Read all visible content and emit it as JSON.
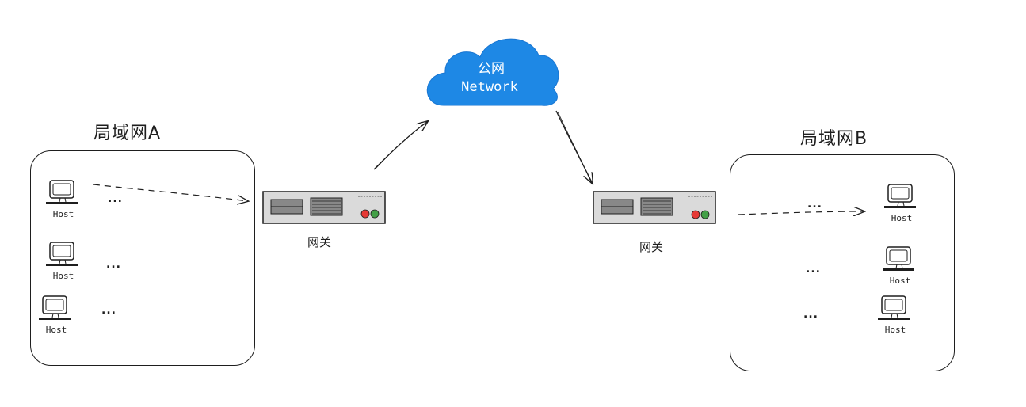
{
  "lan_a": {
    "title": "局域网A",
    "hosts": [
      "Host",
      "Host",
      "Host"
    ],
    "ellipsis": [
      "...",
      "...",
      "..."
    ]
  },
  "lan_b": {
    "title": "局域网B",
    "hosts": [
      "Host",
      "Host",
      "Host"
    ],
    "ellipsis": [
      "...",
      "...",
      "..."
    ]
  },
  "gateway_a": {
    "label": "网关"
  },
  "gateway_b": {
    "label": "网关"
  },
  "cloud": {
    "title": "公网",
    "subtitle": "Network",
    "color": "#1e88e5"
  },
  "colors": {
    "stroke": "#1e1e1e",
    "gateway_fill": "#dadada",
    "led_red": "#e53935",
    "led_green": "#43a047"
  }
}
